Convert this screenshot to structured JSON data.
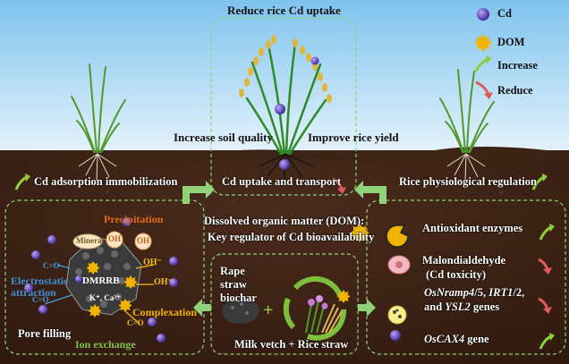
{
  "legend": {
    "cd": "Cd",
    "dom": "DOM",
    "increase": "Increase",
    "reduce": "Reduce"
  },
  "top": {
    "reduce_uptake": "Reduce rice Cd uptake",
    "soil_quality": "Increase soil quality",
    "rice_yield": "Improve rice yield",
    "uptake_transport": "Cd uptake and transport"
  },
  "left": {
    "adsorption": "Cd adsorption immobilization",
    "precipitation": "Precipitation",
    "mineral": "Mineral",
    "oh": "OH",
    "oh_minus": "OH⁻",
    "c_o": "C=O",
    "dmrrb": "DMRRB",
    "cations": "K⁺, Ca²⁺",
    "electrostatic": "Electrostatic attraction",
    "complexation": "Complexation",
    "pore_filling": "Pore filling",
    "ion_exchange": "Ion exchange"
  },
  "center": {
    "dom_line1": "Dissolved organic matter (DOM):",
    "dom_line2": "Key regulator of Cd bioavailability",
    "rape_straw": "Rape straw biochar",
    "plus": "+",
    "milk_vetch": "Milk vetch + Rice straw"
  },
  "right": {
    "physiology": "Rice physiological regulation",
    "antioxidant": "Antioxidant enzymes",
    "mda_line1": "Malondialdehyde",
    "mda_line2": "(Cd toxicity)",
    "genes_a": "OsNramp4",
    "genes_b": "/5, ",
    "genes_c": "IRT1",
    "genes_d": "/2,",
    "genes_e": "and ",
    "genes_f": "YSL2",
    "genes_g": " genes",
    "cax_a": "OsCAX4",
    "cax_b": " gene"
  },
  "colors": {
    "sky_top": "#7ec3ee",
    "sky_bottom": "#e6f3fb",
    "soil": "#3d2316",
    "cd": "#5b3fa8",
    "dom": "#f0b400",
    "increase": "#8ccf3a",
    "reduce": "#e05a5a",
    "precipitation": "#e06a1a",
    "electrostatic": "#3f8fd6",
    "ion_exchange": "#7fc04a",
    "complexation": "#f0b400"
  }
}
